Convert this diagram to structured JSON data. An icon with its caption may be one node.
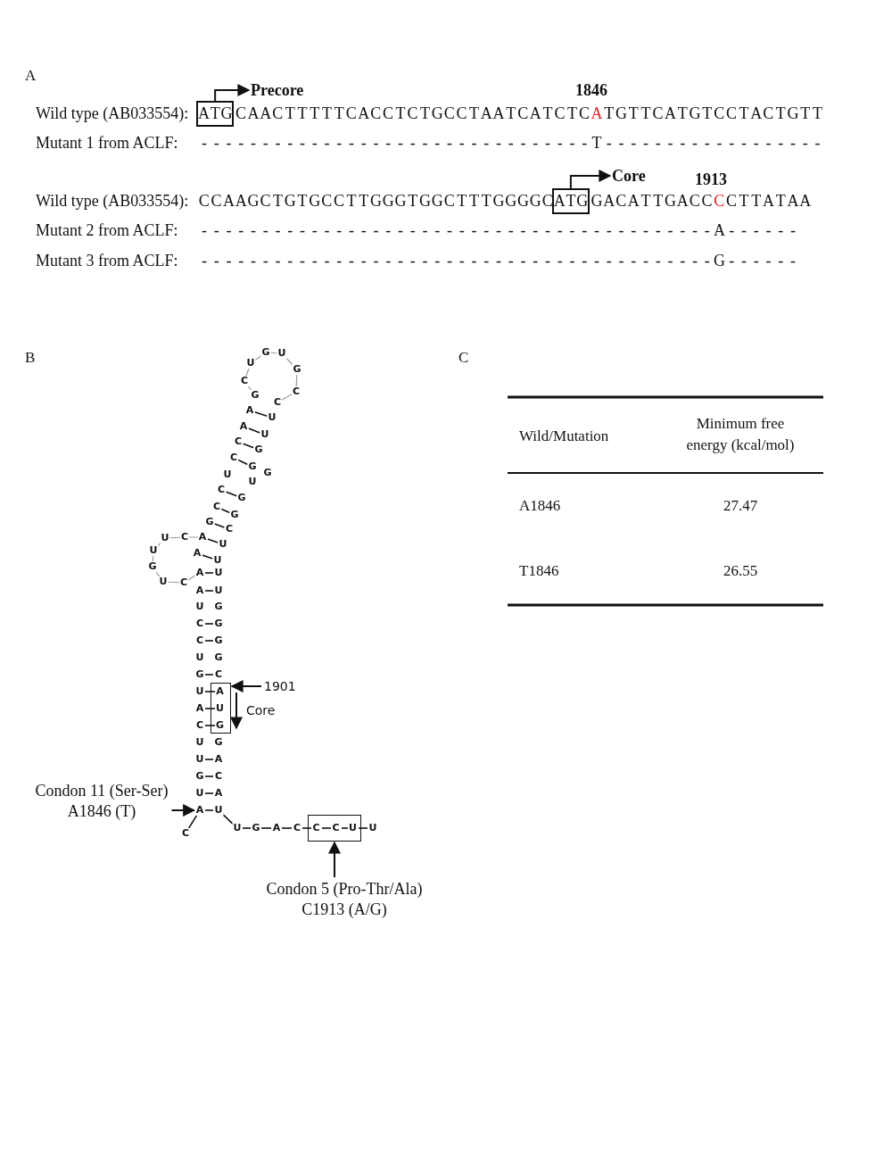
{
  "diagram": {
    "nodes": [
      {
        "text": [
          "ATG"
        ]
      },
      {
        "text": [
          "Precore"
        ]
      },
      {
        "text": [
          "ATG"
        ]
      },
      {
        "text": [
          "Core"
        ]
      },
      {
        "text": [
          "1901"
        ]
      },
      {
        "text": [
          "A",
          "U",
          "G"
        ]
      },
      {
        "text": [
          "Condon 11 (Ser-Ser)",
          "A1846 (T)"
        ]
      },
      {
        "text": [
          "A"
        ]
      },
      {
        "text": [
          "C",
          "C",
          "U"
        ]
      },
      {
        "text": [
          "Condon 5 (Pro-Thr/Ala)",
          "C1913 (A/G)"
        ]
      }
    ],
    "edges": [
      {
        "from": 0,
        "to": 1,
        "arrow": "to"
      },
      {
        "from": 2,
        "to": 3,
        "arrow": "to"
      },
      {
        "from": 4,
        "to": 5,
        "arrow": "to"
      },
      {
        "from": 6,
        "to": 7,
        "arrow": "to"
      },
      {
        "from": 9,
        "to": 8,
        "arrow": "to"
      }
    ],
    "labels": [
      "A",
      "1846",
      "Wild type (AB033554):",
      "CAACTTTTTCACCTCTGCCTAATCATCTC",
      "A",
      "TGTTCATGTCCTACTGTT",
      "Mutant 1 from ACLF:",
      "- - - - - - - - - - - - - - - - - - - - - - - - - - - - - - - -",
      "T",
      "- - - - - - - - - - - - - - - - - -",
      "1913",
      "Wild type (AB033554):",
      "CCAAGCTGTGCCTTGGGTGGCTTTGGGGC",
      "GACATTGACC",
      "C",
      "CTTATAA",
      "Mutant 2 from ACLF:",
      "- - - - - - - - - - - - - - - - - - - - - - - - - - - - - - - - - - - - - - - - - -",
      "A",
      "- - - - - -",
      "Mutant 3 from ACLF:",
      "- - - - - - - - - - - - - - - - - - - - - - - - - - - - - - - - - - - - - - - - - -",
      "G",
      "- - - - - -",
      "B",
      "C",
      "Wild/Mutation",
      "Minimum free energy (kcal/mol)",
      "A1846",
      "27.47",
      "T1846",
      "26.55",
      "Core",
      "G",
      "U",
      "U",
      "G",
      "C",
      "C",
      "G",
      "C",
      "A",
      "U",
      "A",
      "U",
      "C",
      "G",
      "C",
      "G",
      "U",
      "G",
      "U",
      "C",
      "G",
      "C",
      "G",
      "G",
      "C",
      "U",
      "C",
      "A",
      "U",
      "U",
      "A",
      "U",
      "G",
      "A",
      "U",
      "U",
      "C",
      "A",
      "U",
      "U",
      "G",
      "C",
      "G",
      "C",
      "G",
      "U",
      "G",
      "G",
      "C",
      "U",
      "A",
      "C",
      "U",
      "G",
      "U",
      "A",
      "G",
      "C",
      "U",
      "A",
      "U",
      "C",
      "U",
      "G",
      "A",
      "C",
      "U"
    ]
  }
}
